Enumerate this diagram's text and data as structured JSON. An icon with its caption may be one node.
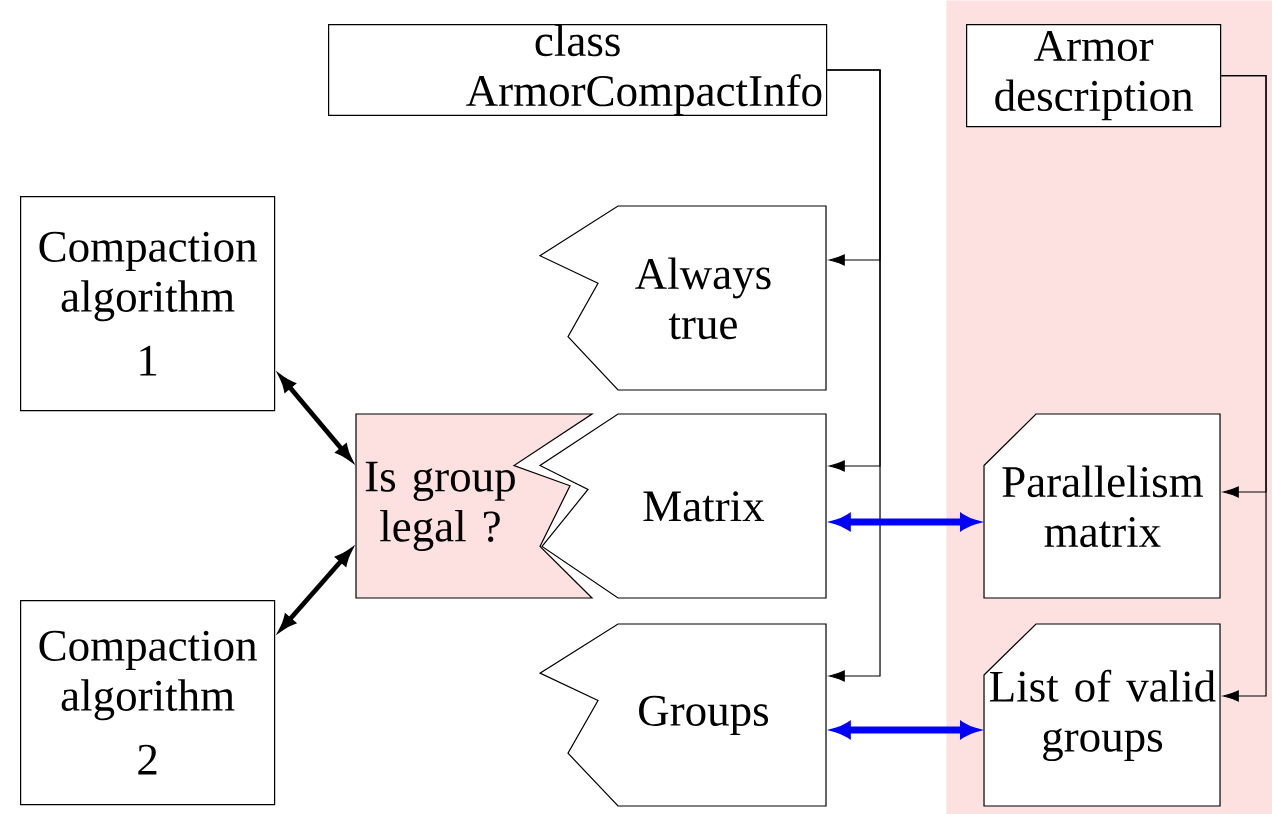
{
  "diagram": {
    "nodes": [
      {
        "text": [
          "Compaction algorithm",
          "1"
        ]
      },
      {
        "text": [
          "Compaction algorithm",
          "2"
        ]
      },
      {
        "text": [
          "class ArmorCompactInfo"
        ]
      },
      {
        "text": [
          "Always true"
        ]
      },
      {
        "text": [
          "Is group legal ?"
        ]
      },
      {
        "text": [
          "Matrix"
        ]
      },
      {
        "text": [
          "Groups"
        ]
      },
      {
        "text": [],
        "shape": "box"
      },
      {
        "text": [
          "Armor description"
        ],
        "in": 7
      },
      {
        "text": [
          "Parallelism matrix"
        ],
        "in": 7
      },
      {
        "text": [
          "List of valid groups"
        ],
        "in": 7
      }
    ],
    "edges": [
      {
        "from": 0,
        "to": 4,
        "arrow": "both",
        "style": "thick"
      },
      {
        "from": 1,
        "to": 4,
        "arrow": "both",
        "style": "thick"
      },
      {
        "from": 2,
        "to": 3,
        "arrow": "to"
      },
      {
        "from": 2,
        "to": 5,
        "arrow": "to"
      },
      {
        "from": 2,
        "to": 6,
        "arrow": "to"
      },
      {
        "from": 5,
        "to": 9,
        "arrow": "both",
        "style": "thick",
        "color": "#0000ff"
      },
      {
        "from": 6,
        "to": 10,
        "arrow": "both",
        "style": "thick",
        "color": "#0000ff"
      },
      {
        "from": 8,
        "to": 9,
        "arrow": "to"
      },
      {
        "from": 8,
        "to": 10,
        "arrow": "to"
      }
    ]
  }
}
